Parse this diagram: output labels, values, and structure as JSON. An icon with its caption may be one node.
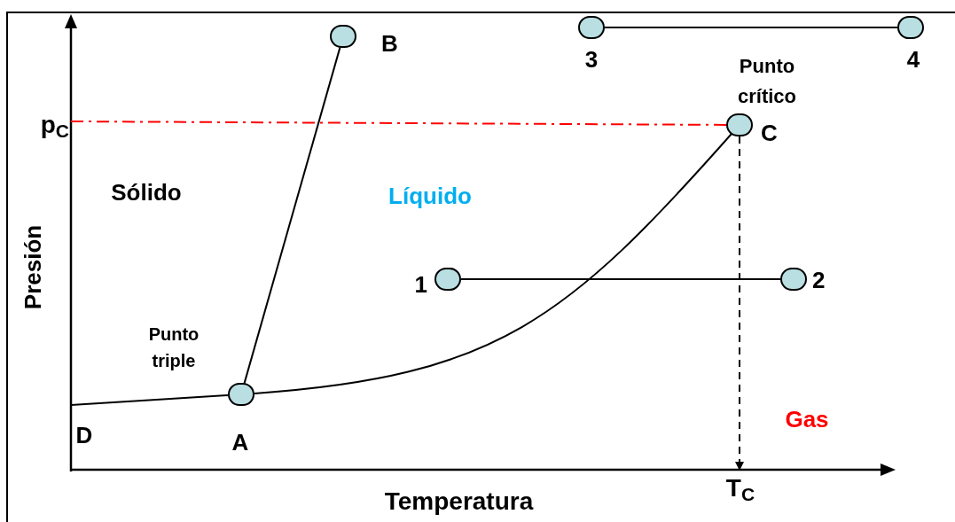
{
  "diagram": {
    "nodes": [
      {
        "text": [],
        "shape": "circle",
        "beside": [
          "B"
        ]
      },
      {
        "text": [],
        "shape": "circle",
        "beside": [
          "3"
        ]
      },
      {
        "text": [],
        "shape": "circle",
        "beside": [
          "4"
        ]
      },
      {
        "text": [],
        "shape": "circle",
        "beside": [
          "Punto crítico",
          "C"
        ]
      },
      {
        "text": [],
        "shape": "circle",
        "beside": [
          "1"
        ]
      },
      {
        "text": [],
        "shape": "circle",
        "beside": [
          "2"
        ]
      },
      {
        "text": [],
        "shape": "circle",
        "beside": [
          "Punto triple",
          "A"
        ]
      },
      {
        "text": [
          "p$_{C}$"
        ]
      },
      {
        "text": [
          "T$_{C}$"
        ]
      }
    ],
    "edges": [
      {
        "from": 6,
        "to": 0,
        "arrow": "none"
      },
      {
        "from": 1,
        "to": 2,
        "arrow": "none"
      },
      {
        "from": 4,
        "to": 5,
        "arrow": "none"
      },
      {
        "from": 6,
        "to": 3,
        "arrow": "none"
      },
      {
        "from": null,
        "to": 6,
        "arrow": "none"
      },
      {
        "from": 7,
        "to": 3,
        "arrow": "none",
        "style": "dashed",
        "color": "#ff0000"
      },
      {
        "from": 3,
        "to": 8,
        "arrow": "to",
        "style": "dashed"
      }
    ],
    "labels": [
      "Sólido",
      "Líquido",
      "Presión",
      "Gas",
      "D",
      "Temperatura"
    ]
  }
}
